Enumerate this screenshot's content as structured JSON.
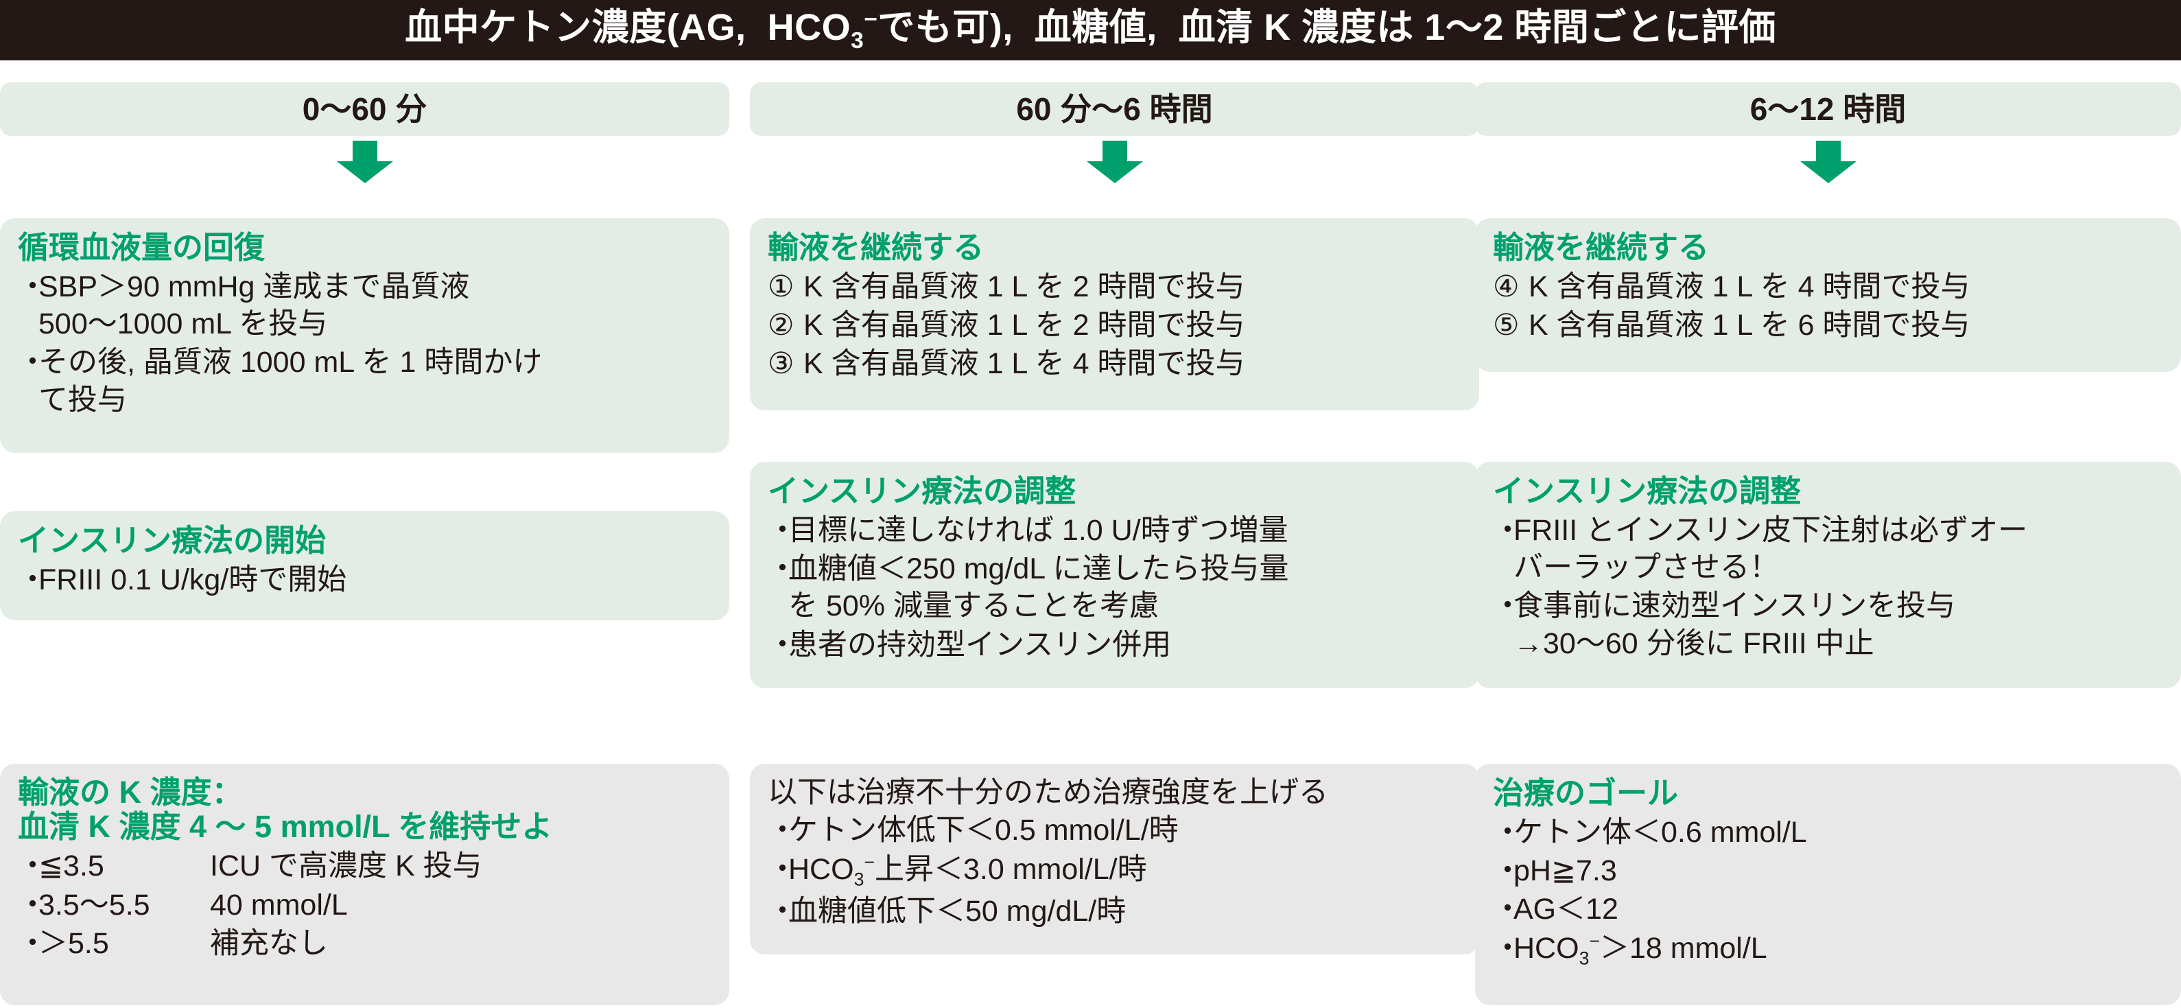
{
  "header": {
    "title_parts": [
      "血中ケトン濃度(AG,",
      "HCO",
      "3",
      "−",
      "でも可),",
      "血糖値,",
      "血清 K 濃度は 1〜2 時間ごとに評価"
    ],
    "title_plain": "血中ケトン濃度(AG,  HCO₃⁻でも可),  血糖値,  血清 K 濃度は 1〜2 時間ごとに評価",
    "background_color": "#231815",
    "text_color": "#ffffff"
  },
  "theme": {
    "green_accent": "#00a06d",
    "box_green": "#e3ede6",
    "box_gray": "#e8e8e8",
    "body_text": "#231815",
    "arrow_color": "#00a06d"
  },
  "columns": [
    {
      "header": "0〜60 分",
      "arrow": "down-arrow",
      "boxes": [
        {
          "style": "green",
          "heading": "循環血液量の回復",
          "items": [
            {
              "marker": "・",
              "line1": "SBP＞90 mmHg 達成まで晶質液",
              "line2": "500〜1000 mL を投与"
            },
            {
              "marker": "・",
              "line1": "その後,  晶質液 1000 mL を 1 時間かけ",
              "line2": "て投与"
            }
          ]
        },
        {
          "style": "green",
          "heading": "インスリン療法の開始",
          "items": [
            {
              "marker": "・",
              "line1": "FRIII 0.1 U/kg/時で開始"
            }
          ]
        },
        {
          "style": "gray",
          "heading_line1": "輸液の K 濃度：",
          "heading_line2": "血清 K 濃度 4 〜 5 mmol/L を維持せよ",
          "items": [
            {
              "marker": "・",
              "key": "≦3.5",
              "value": "ICU で高濃度 K 投与"
            },
            {
              "marker": "・",
              "key": "3.5〜5.5",
              "value": "40 mmol/L"
            },
            {
              "marker": "・",
              "key": "＞5.5",
              "value": "補充なし"
            }
          ]
        }
      ]
    },
    {
      "header": "60 分〜6 時間",
      "arrow": "down-arrow",
      "boxes": [
        {
          "style": "green",
          "heading": "輸液を継続する",
          "items": [
            {
              "marker": "①",
              "line1": "K 含有晶質液 1 L を 2 時間で投与"
            },
            {
              "marker": "②",
              "line1": "K 含有晶質液 1 L を 2 時間で投与"
            },
            {
              "marker": "③",
              "line1": "K 含有晶質液 1 L を 4 時間で投与"
            }
          ]
        },
        {
          "style": "green",
          "heading": "インスリン療法の調整",
          "items": [
            {
              "marker": "・",
              "line1": "目標に達しなければ 1.0 U/時ずつ増量"
            },
            {
              "marker": "・",
              "line1": "血糖値＜250 mg/dL に達したら投与量",
              "line2": "を 50% 減量することを考慮"
            },
            {
              "marker": "・",
              "line1": "患者の持効型インスリン併用"
            }
          ]
        },
        {
          "style": "gray",
          "plain_heading": "以下は治療不十分のため治療強度を上げる",
          "items": [
            {
              "marker": "・",
              "line1": "ケトン体低下＜0.5 mmol/L/時"
            },
            {
              "marker": "・",
              "pre": "HCO",
              "sub": "3",
              "sup": "−",
              "post": "上昇＜3.0 mmol/L/時"
            },
            {
              "marker": "・",
              "line1": "血糖値低下＜50 mg/dL/時"
            }
          ]
        }
      ]
    },
    {
      "header": "6〜12 時間",
      "arrow": "down-arrow",
      "boxes": [
        {
          "style": "green",
          "heading": "輸液を継続する",
          "items": [
            {
              "marker": "④",
              "line1": "K 含有晶質液 1 L を 4 時間で投与"
            },
            {
              "marker": "⑤",
              "line1": "K 含有晶質液 1 L を 6 時間で投与"
            }
          ]
        },
        {
          "style": "green",
          "heading": "インスリン療法の調整",
          "items": [
            {
              "marker": "・",
              "line1": "FRIII とインスリン皮下注射は必ずオー",
              "line2": "バーラップさせる！"
            },
            {
              "marker": "・",
              "line1": "食事前に速効型インスリンを投与",
              "line2": "→30〜60 分後に FRIII 中止"
            }
          ]
        },
        {
          "style": "gray",
          "heading": "治療のゴール",
          "items": [
            {
              "marker": "・",
              "line1": "ケトン体＜0.6 mmol/L"
            },
            {
              "marker": "・",
              "line1": "pH≧7.3"
            },
            {
              "marker": "・",
              "line1": "AG＜12"
            },
            {
              "marker": "・",
              "pre": "HCO",
              "sub": "3",
              "sup": "−",
              "post": "＞18 mmol/L"
            }
          ]
        }
      ]
    }
  ]
}
